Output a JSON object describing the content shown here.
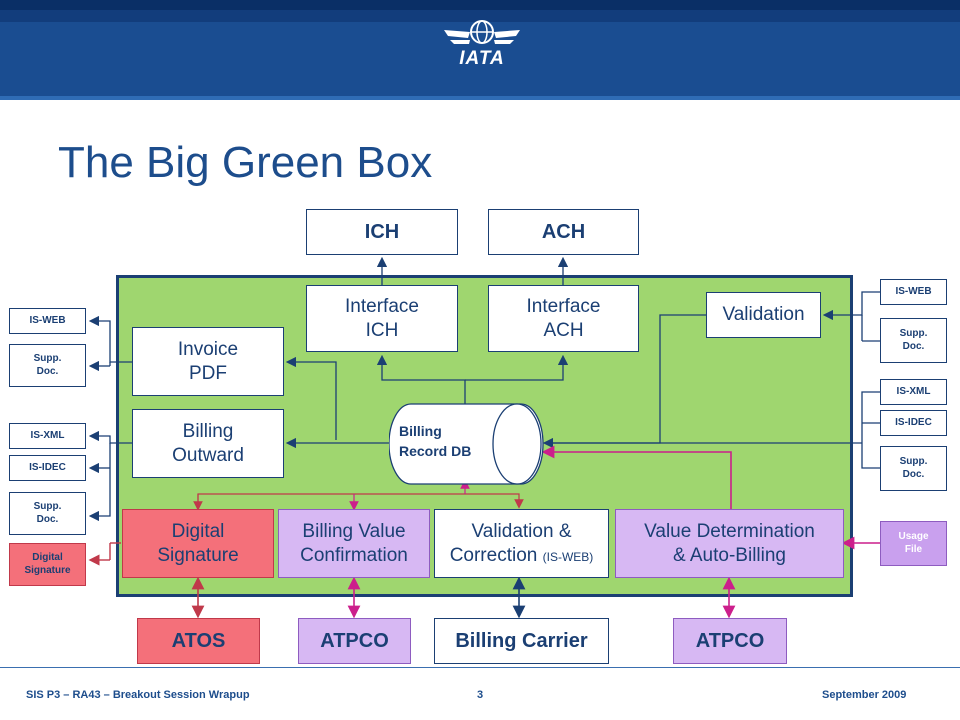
{
  "header": {
    "logo_text": "IATA"
  },
  "title": "The Big Green Box",
  "top_boxes": {
    "ich": "ICH",
    "ach": "ACH"
  },
  "inner": {
    "interface_ich": [
      "Interface",
      "ICH"
    ],
    "interface_ach": [
      "Interface",
      "ACH"
    ],
    "validation": "Validation",
    "invoice_pdf": [
      "Invoice",
      "PDF"
    ],
    "billing_outward": [
      "Billing",
      "Outward"
    ],
    "db": [
      "Billing",
      "Record DB"
    ],
    "digital_signature": [
      "Digital",
      "Signature"
    ],
    "billing_value_confirmation": [
      "Billing Value",
      "Confirmation"
    ],
    "validation_correction": [
      "Validation &",
      "Correction",
      "(IS-WEB)"
    ],
    "value_determination": [
      "Value Determination",
      "& Auto-Billing"
    ]
  },
  "left_side": {
    "is_web": "IS-WEB",
    "supp_doc_1": [
      "Supp.",
      "Doc."
    ],
    "is_xml": "IS-XML",
    "is_idec": "IS-IDEC",
    "supp_doc_2": [
      "Supp.",
      "Doc."
    ],
    "digital_signature": [
      "Digital",
      "Signature"
    ]
  },
  "right_side": {
    "is_web": "IS-WEB",
    "supp_doc_1": [
      "Supp.",
      "Doc."
    ],
    "is_xml": "IS-XML",
    "is_idec": "IS-IDEC",
    "supp_doc_2": [
      "Supp.",
      "Doc."
    ],
    "usage_file": [
      "Usage",
      "File"
    ]
  },
  "bottom": {
    "atos": "ATOS",
    "atpco_1": "ATPCO",
    "billing_carrier": "Billing Carrier",
    "atpco_2": "ATPCO"
  },
  "footer": {
    "left": "SIS P3 – RA43 – Breakout  Session Wrapup",
    "page": "3",
    "right": "September  2009"
  },
  "colors": {
    "header": "#1a4d91",
    "green_box": "#9fd66f",
    "red": "#f4707a",
    "lavender": "#d7b8f3",
    "navy": "#1b3f73",
    "magenta_arrow": "#cc1f8c"
  }
}
